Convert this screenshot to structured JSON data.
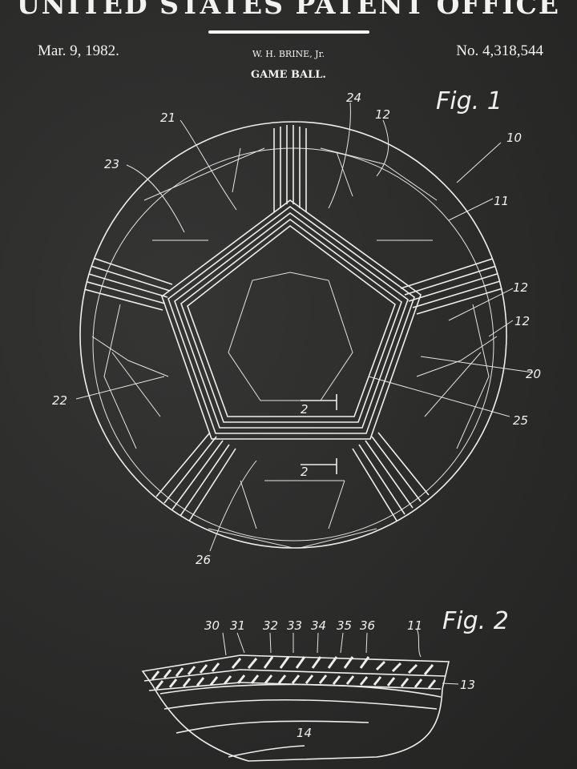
{
  "header": {
    "title": "UNITED STATES PATENT OFFICE",
    "date": "Mar. 9, 1982.",
    "inventor": "W. H. BRINE, Jr.",
    "patent_number": "No. 4,318,544",
    "subject": "GAME BALL."
  },
  "figure1": {
    "label": "Fig. 1",
    "callouts": [
      "21",
      "24",
      "12",
      "10",
      "11",
      "23",
      "12",
      "12",
      "20",
      "25",
      "22",
      "2",
      "2",
      "26"
    ]
  },
  "figure2": {
    "label": "Fig. 2",
    "callouts": [
      "30",
      "31",
      "32",
      "33",
      "34",
      "35",
      "36",
      "11",
      "13",
      "14"
    ]
  },
  "colors": {
    "background": "#2b2b2a",
    "chalk": "#f0f0ee"
  }
}
